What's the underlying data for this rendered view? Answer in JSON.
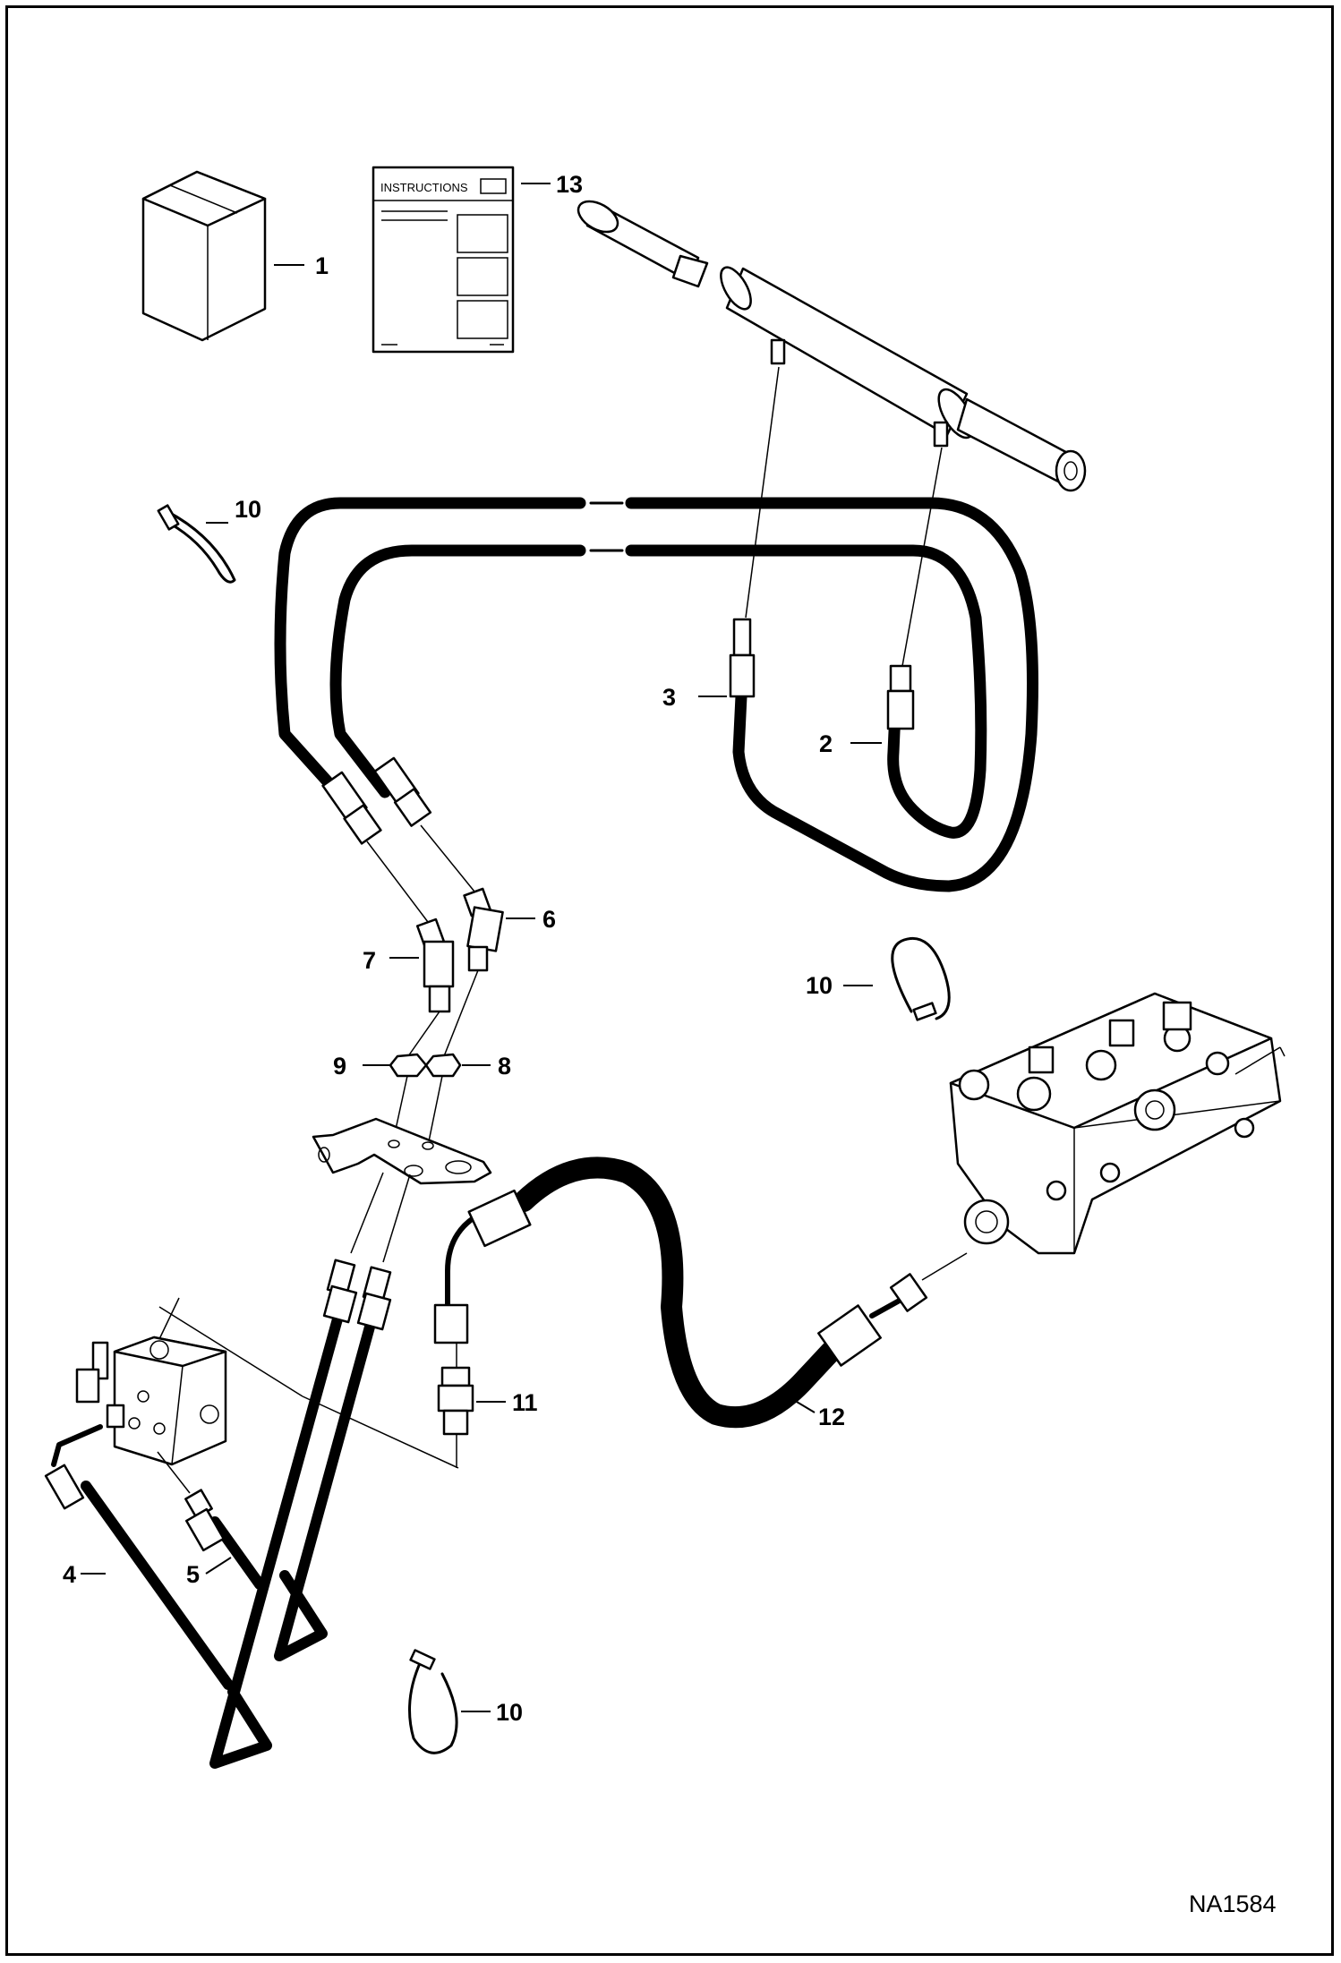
{
  "drawing_code": "NA1584",
  "instructions_sheet_title": "INSTRUCTIONS",
  "callouts": {
    "c1": "1",
    "c2": "2",
    "c3": "3",
    "c4": "4",
    "c5": "5",
    "c6": "6",
    "c7": "7",
    "c8": "8",
    "c9": "9",
    "c10a": "10",
    "c10b": "10",
    "c10c": "10",
    "c11": "11",
    "c12": "12",
    "c13": "13"
  }
}
